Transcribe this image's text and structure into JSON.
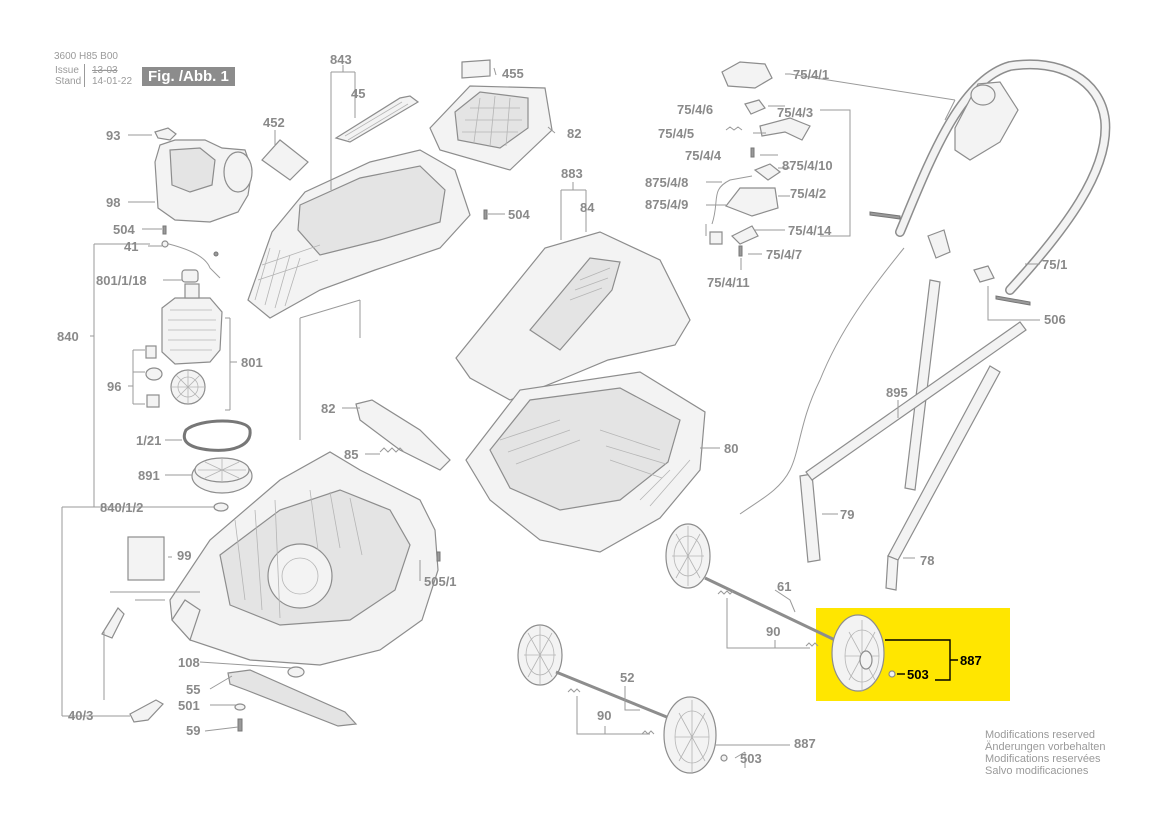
{
  "header": {
    "doc_number": "3600 H85 B00",
    "issue_label": "Issue",
    "issue_value": "13-03",
    "stand_label": "Stand",
    "stand_value": "14-01-22",
    "figure_label": "Fig. /Abb. 1"
  },
  "notice": {
    "lines": [
      "Modifications reserved",
      "Änderungen vorbehalten",
      "Modifications reservées",
      "Salvo modificaciones"
    ]
  },
  "highlight": {
    "color": "#ffe600",
    "part_label": "887",
    "sub_label": "503"
  },
  "part_labels": {
    "p93": "93",
    "p98": "98",
    "p504a": "504",
    "p41": "41",
    "p801_1_18": "801/1/18",
    "p840": "840",
    "p96": "96",
    "p801": "801",
    "p1_21": "1/21",
    "p891": "891",
    "p840_1_2": "840/1/2",
    "p99": "99",
    "p40_3": "40/3",
    "p108": "108",
    "p55": "55",
    "p501": "501",
    "p59": "59",
    "p452": "452",
    "p843": "843",
    "p45": "45",
    "p455": "455",
    "p82a": "82",
    "p504b": "504",
    "p883": "883",
    "p84": "84",
    "p82b": "82",
    "p85": "85",
    "p80": "80",
    "p505_1": "505/1",
    "p75_4_1": "75/4/1",
    "p75_4_6": "75/4/6",
    "p75_4_3": "75/4/3",
    "p75_4_5": "75/4/5",
    "p75_4_4": "75/4/4",
    "p875_4_10": "875/4/10",
    "p875_4_8": "875/4/8",
    "p75_4_2": "75/4/2",
    "p875_4_9": "875/4/9",
    "p75_4_14": "75/4/14",
    "p75_4_7": "75/4/7",
    "p75_4_11": "75/4/11",
    "p75_1": "75/1",
    "p506": "506",
    "p895": "895",
    "p79": "79",
    "p78": "78",
    "p61": "61",
    "p90a": "90",
    "p52": "52",
    "p90b": "90",
    "p887b": "887",
    "p503b": "503"
  }
}
